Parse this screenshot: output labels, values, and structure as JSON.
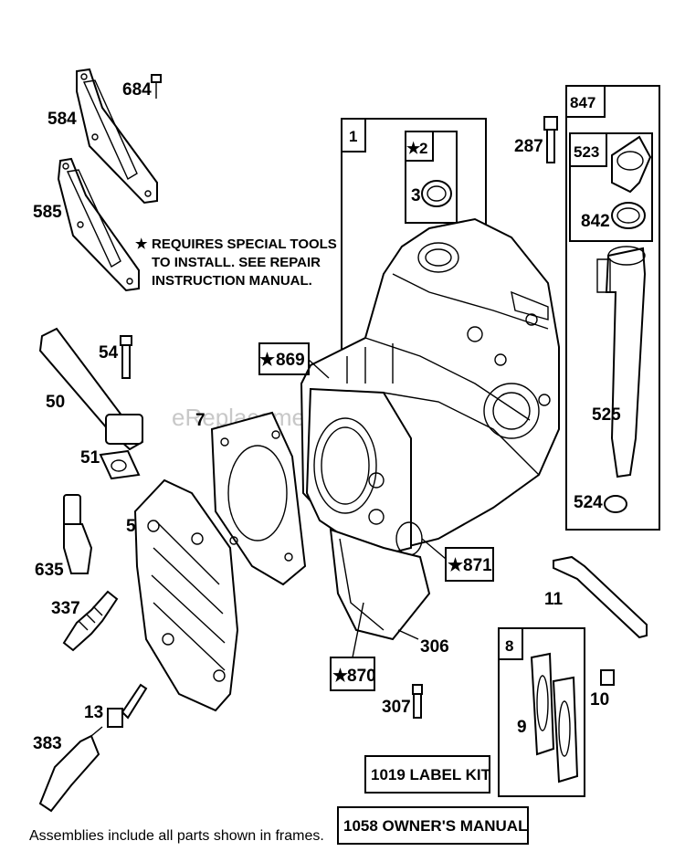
{
  "parts": {
    "p584": "584",
    "p684": "684",
    "p585": "585",
    "p1": "1",
    "p2": "2",
    "p3": "3",
    "p287": "287",
    "p847": "847",
    "p523": "523",
    "p842": "842",
    "p54": "54",
    "p50": "50",
    "p869": "869",
    "p7": "7",
    "p51": "51",
    "p525": "525",
    "p524": "524",
    "p5": "5",
    "p635": "635",
    "p871": "871",
    "p337": "337",
    "p11": "11",
    "p306": "306",
    "p8": "8",
    "p870": "870",
    "p10": "10",
    "p307": "307",
    "p13": "13",
    "p9": "9",
    "p383": "383"
  },
  "star": "★",
  "note": {
    "line1": "REQUIRES SPECIAL TOOLS",
    "line2": "TO INSTALL.  SEE REPAIR",
    "line3": "INSTRUCTION MANUAL."
  },
  "kits": {
    "label_kit": "1019 LABEL KIT",
    "owners_manual": "1058 OWNER'S MANUAL"
  },
  "footer": "Assemblies include all parts shown in frames.",
  "watermark": "eReplacementParts.com"
}
